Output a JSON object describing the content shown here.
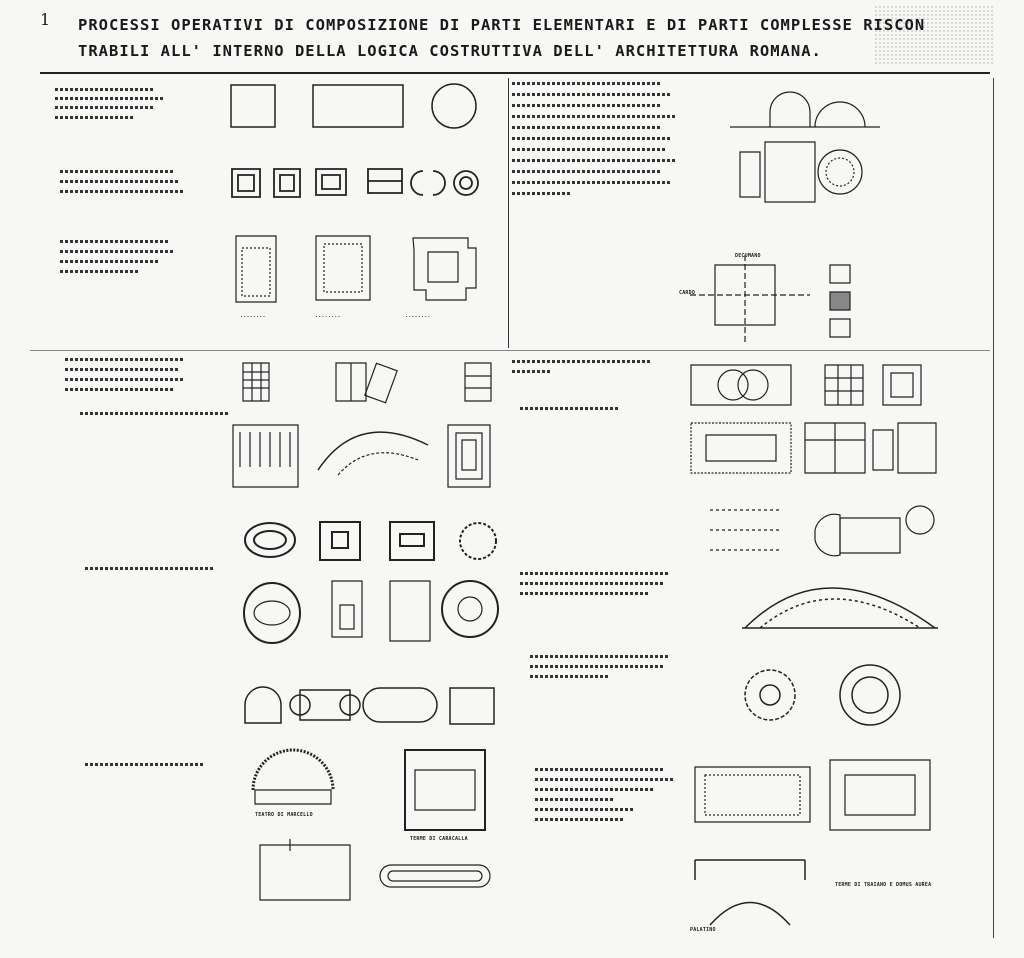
{
  "page_number": "1",
  "title": {
    "line1": "PROCESSI OPERATIVI DI COMPOSIZIONE DI PARTI ELEMENTARI E DI PARTI COMPLESSE RISCON",
    "line2": "TRABILI ALL' INTERNO DELLA LOGICA COSTRUTTIVA DELL' ARCHITETTURA ROMANA."
  },
  "labels": {
    "cardo": "CARDO",
    "decumano": "DECUMANO",
    "teatro_di_marcello": "TEATRO DI MARCELLO",
    "terme_di_caracalla": "TERME DI CARACALLA",
    "terme_di_traiano": "TERME DI TRAIANO E DOMUS AUREA",
    "palatino": "PALATINO"
  }
}
